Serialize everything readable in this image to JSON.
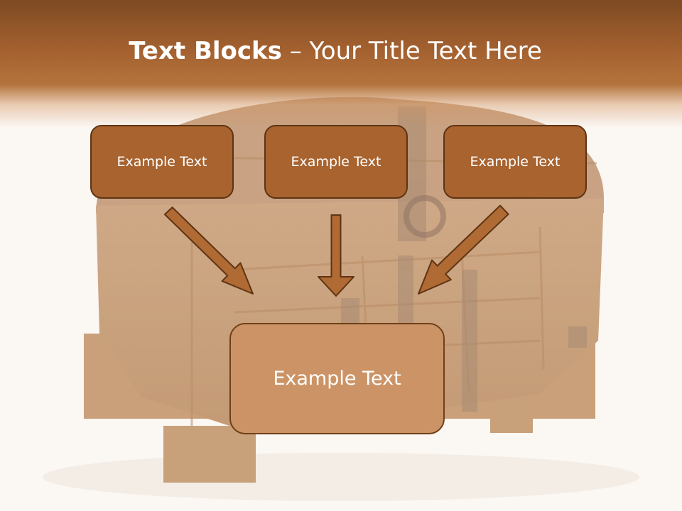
{
  "title": {
    "bold": "Text Blocks",
    "separator": " – ",
    "rest": "Your Title Text Here"
  },
  "boxes": {
    "left": "Example Text",
    "center": "Example Text",
    "right": "Example Text",
    "bottom": "Example Text"
  },
  "colors": {
    "title_band": "#a3602f",
    "box_fill": "#a8632f",
    "box_border": "#5e3414",
    "arrow_fill": "#b06a33",
    "bottom_box_fill": "#cc9466"
  },
  "background_picture": "treasure-chest"
}
